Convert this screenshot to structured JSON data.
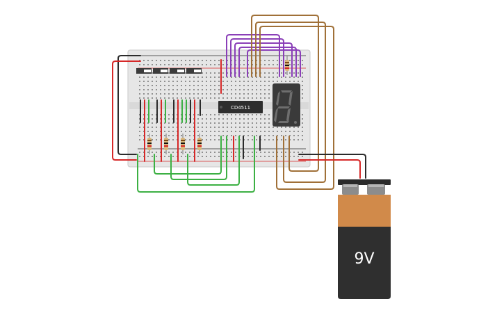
{
  "ic": {
    "label": "CD4511"
  },
  "battery": {
    "label": "9V"
  },
  "colors": {
    "board": "#e6e6e6",
    "board_edge": "#c9c9c9",
    "power_red": "#d62828",
    "ground_black": "#2b2b2b",
    "wire_green": "#3cb043",
    "wire_purple": "#8a3fb8",
    "wire_brown": "#a07038",
    "battery_top": "#d18a4a",
    "battery_body": "#2f2f2f",
    "display_body": "#3a3a3a",
    "segment": "#6e6e6e"
  },
  "icons": [
    "breadboard",
    "dip-switch",
    "resistor",
    "ic-chip",
    "seven-segment-display",
    "battery-9v",
    "jumper-wire"
  ]
}
